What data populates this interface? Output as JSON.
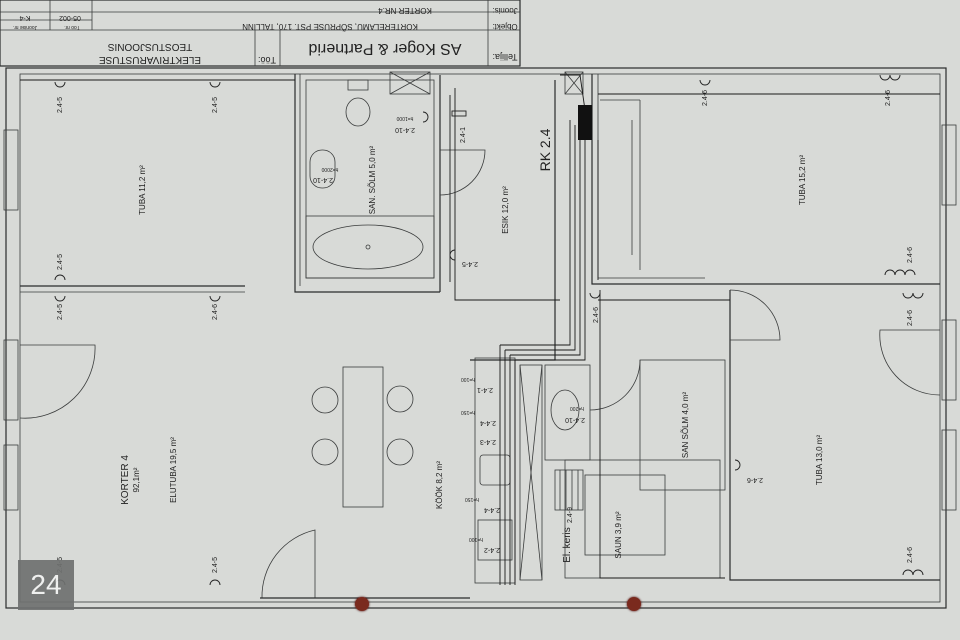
{
  "title_block": {
    "client_label": "Tellija:",
    "client": "AS Koger & Partnerid",
    "work_label": "Töö:",
    "work_line1": "ELEKTRIVARUSTUSE",
    "work_line2": "TEOSTUSJOONIS",
    "object_label": "Objekt:",
    "object": "KORTERELAMU, SÕPRUSE PST. 170, TALLINN",
    "drawing_label": "Joonis:",
    "drawing": "KORTER NR.4",
    "job_no_label": "Töö nr.",
    "drawing_no_label": "Joonise nr.",
    "job_no": "05-002",
    "drawing_no": "K-4"
  },
  "rooms": {
    "bedroom1": "TUBA 11,2 m²",
    "bath": "SAN. SÕLM 5,0 m²",
    "hall": "ESIK 12,0 m²",
    "panel": "RK 2.4",
    "bedroom2": "TUBA 15,2 m²",
    "bedroom3": "TUBA 13,0 m²",
    "wc": "SAN SÕLM 4,0 m²",
    "sauna": "SAUN 3,9 m²",
    "heater": "El. keris",
    "kitchen": "KÖÖK 8,2 m²",
    "apartment": "KORTER 4",
    "apartment_area": "92,1m²",
    "living": "ELUTUBA 19,5 m²"
  },
  "circuits": {
    "c1": "2.4-1",
    "c2": "2.4-2",
    "c3": "2.4-3",
    "c4": "2.4-4",
    "c5": "2.4-5",
    "c6": "2.4-6",
    "c9": "2.4-9",
    "c10": "2.4-10"
  },
  "heights": {
    "h1000": "h=1000",
    "h2000": "h=2000",
    "h100": "h=100",
    "h150": "h=150",
    "h200": "h=200"
  },
  "badge": "24"
}
